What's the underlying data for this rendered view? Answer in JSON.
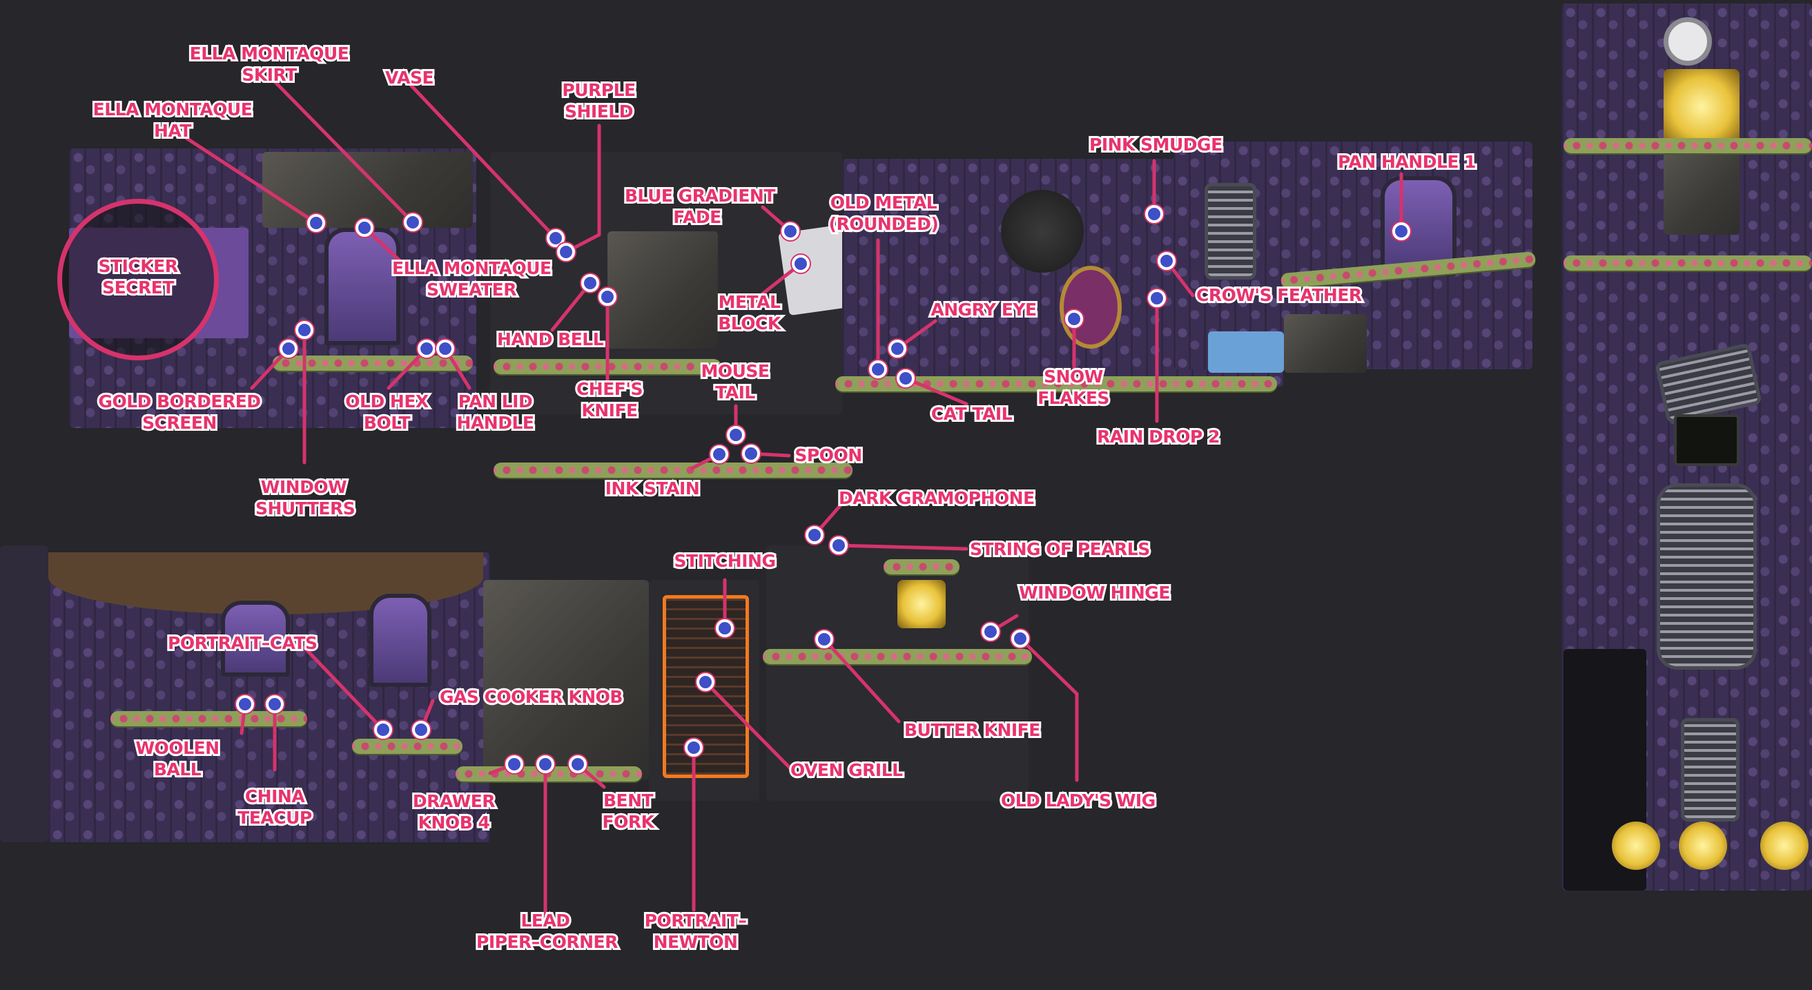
{
  "map": {
    "sticker_secret": "STICKER\nSECRET",
    "labels": [
      {
        "id": "ella-montaque-skirt",
        "text": "ELLA MONTAQUE\nSKIRT"
      },
      {
        "id": "vase",
        "text": "VASE"
      },
      {
        "id": "purple-shield",
        "text": "PURPLE\nSHIELD"
      },
      {
        "id": "ella-montaque-hat",
        "text": "ELLA MONTAQUE\nHAT"
      },
      {
        "id": "ella-montaque-sweater",
        "text": "ELLA MONTAQUE\nSWEATER"
      },
      {
        "id": "hand-bell",
        "text": "HAND BELL"
      },
      {
        "id": "chefs-knife",
        "text": "CHEF'S\nKNIFE"
      },
      {
        "id": "blue-gradient-fade",
        "text": "BLUE GRADIENT\nFADE"
      },
      {
        "id": "metal-block",
        "text": "METAL\nBLOCK"
      },
      {
        "id": "old-metal-rounded",
        "text": "OLD METAL\n(ROUNDED)"
      },
      {
        "id": "angry-eye",
        "text": "ANGRY EYE"
      },
      {
        "id": "cat-tail",
        "text": "CAT TAIL"
      },
      {
        "id": "pink-smudge",
        "text": "PINK SMUDGE"
      },
      {
        "id": "pan-handle-1",
        "text": "PAN HANDLE 1"
      },
      {
        "id": "crows-feather",
        "text": "CROW'S FEATHER"
      },
      {
        "id": "snow-flakes",
        "text": "SNOW\nFLAKES"
      },
      {
        "id": "rain-drop-2",
        "text": "RAIN DROP 2"
      },
      {
        "id": "gold-bordered-screen",
        "text": "GOLD BORDERED\nSCREEN"
      },
      {
        "id": "old-hex-bolt",
        "text": "OLD HEX\nBOLT"
      },
      {
        "id": "pan-lid-handle",
        "text": "PAN LID\nHANDLE"
      },
      {
        "id": "window-shutters",
        "text": "WINDOW\nSHUTTERS"
      },
      {
        "id": "mouse-tail",
        "text": "MOUSE\nTAIL"
      },
      {
        "id": "spoon",
        "text": "SPOON"
      },
      {
        "id": "ink-stain",
        "text": "INK STAIN"
      },
      {
        "id": "dark-gramophone",
        "text": "DARK GRAMOPHONE"
      },
      {
        "id": "string-of-pearls",
        "text": "STRING OF PEARLS"
      },
      {
        "id": "stitching",
        "text": "STITCHING"
      },
      {
        "id": "window-hinge",
        "text": "WINDOW HINGE"
      },
      {
        "id": "portrait-cats",
        "text": "PORTRAIT–CATS"
      },
      {
        "id": "gas-cooker-knob",
        "text": "GAS COOKER KNOB"
      },
      {
        "id": "woolen-ball",
        "text": "WOOLEN\nBALL"
      },
      {
        "id": "china-teacup",
        "text": "CHINA\nTEACUP"
      },
      {
        "id": "drawer-knob-4",
        "text": "DRAWER\nKNOB 4"
      },
      {
        "id": "bent-fork",
        "text": "BENT\nFORK"
      },
      {
        "id": "butter-knife",
        "text": "BUTTER KNIFE"
      },
      {
        "id": "oven-grill",
        "text": "OVEN GRILL"
      },
      {
        "id": "old-ladys-wig",
        "text": "OLD LADY'S WIG"
      },
      {
        "id": "lead-piper-corner",
        "text": "LEAD\nPIPER–CORNER"
      },
      {
        "id": "portrait-newton",
        "text": "PORTRAIT–\nNEWTON"
      }
    ]
  },
  "colors": {
    "label": "#e8336d",
    "leader": "#d6336c",
    "marker": "#3e4fc8",
    "background": "#26262b"
  }
}
